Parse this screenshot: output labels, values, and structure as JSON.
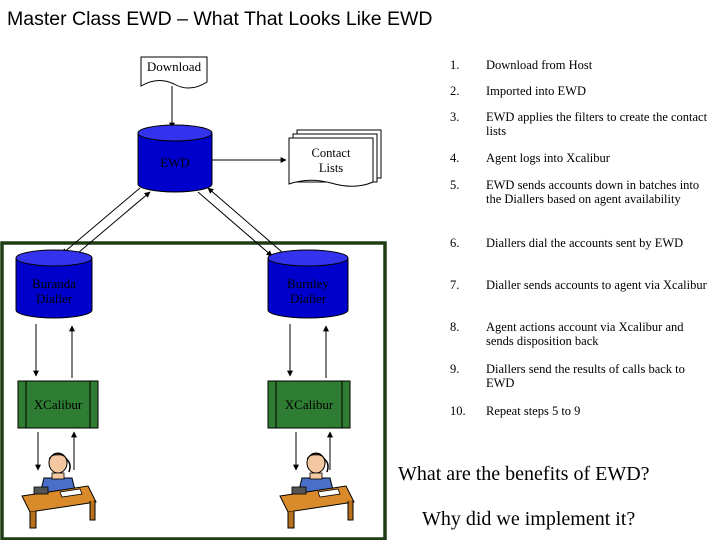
{
  "title": "Master Class EWD – What That Looks Like EWD",
  "diagram": {
    "download_box": "Download",
    "ewd_node": "EWD",
    "contact_lists": [
      "Contact",
      "Lists"
    ],
    "dialler_left": [
      "Buranda",
      "Dialler"
    ],
    "dialler_right": [
      "Burnley",
      "Dialler"
    ],
    "xcalibur_left": "XCalibur",
    "xcalibur_right": "XCalibur"
  },
  "steps": [
    {
      "num": "1.",
      "text": "Download from Host"
    },
    {
      "num": "2.",
      "text": "Imported into EWD"
    },
    {
      "num": "3.",
      "text": "EWD applies the filters to create the contact lists"
    },
    {
      "num": "4.",
      "text": "Agent logs into Xcalibur"
    },
    {
      "num": "5.",
      "text": "EWD sends accounts down in batches into the Diallers based on agent availability"
    },
    {
      "num": "6.",
      "text": "Diallers dial the accounts sent by EWD"
    },
    {
      "num": "7.",
      "text": "Dialler sends accounts to agent via Xcalibur"
    },
    {
      "num": "8.",
      "text": "Agent actions account via Xcalibur and sends disposition back"
    },
    {
      "num": "9.",
      "text": "Diallers send the results of calls back to EWD"
    },
    {
      "num": "10.",
      "text": "Repeat steps 5 to 9"
    }
  ],
  "questions": {
    "q1": "What are the benefits of EWD?",
    "q2": "Why did we implement it?"
  },
  "colors": {
    "cylinder": "#0000cc",
    "cylinder_top": "#3333ee",
    "xcalibur_fill": "#2e7d32",
    "frame": "#1f3d14"
  }
}
